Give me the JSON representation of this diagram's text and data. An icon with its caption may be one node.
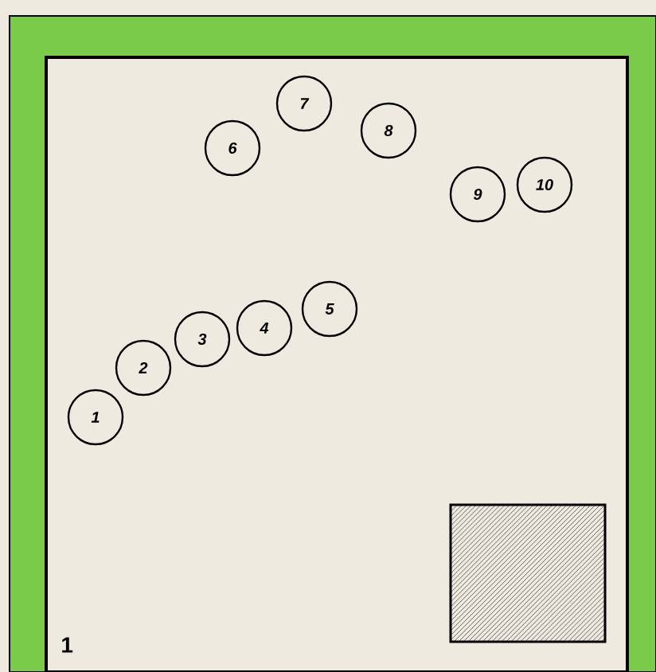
{
  "diagram": {
    "nodes": [
      {
        "text": [
          "1"
        ]
      },
      {
        "text": [
          "2"
        ]
      },
      {
        "text": [
          "3"
        ]
      },
      {
        "text": [
          "4"
        ]
      },
      {
        "text": [
          "5"
        ]
      },
      {
        "text": [
          "6"
        ]
      },
      {
        "text": [
          "7"
        ]
      },
      {
        "text": [
          "8"
        ]
      },
      {
        "text": [
          "9"
        ]
      },
      {
        "text": [
          "10"
        ]
      },
      {
        "text": [],
        "shape": "box"
      }
    ],
    "labels": [
      "1"
    ]
  }
}
